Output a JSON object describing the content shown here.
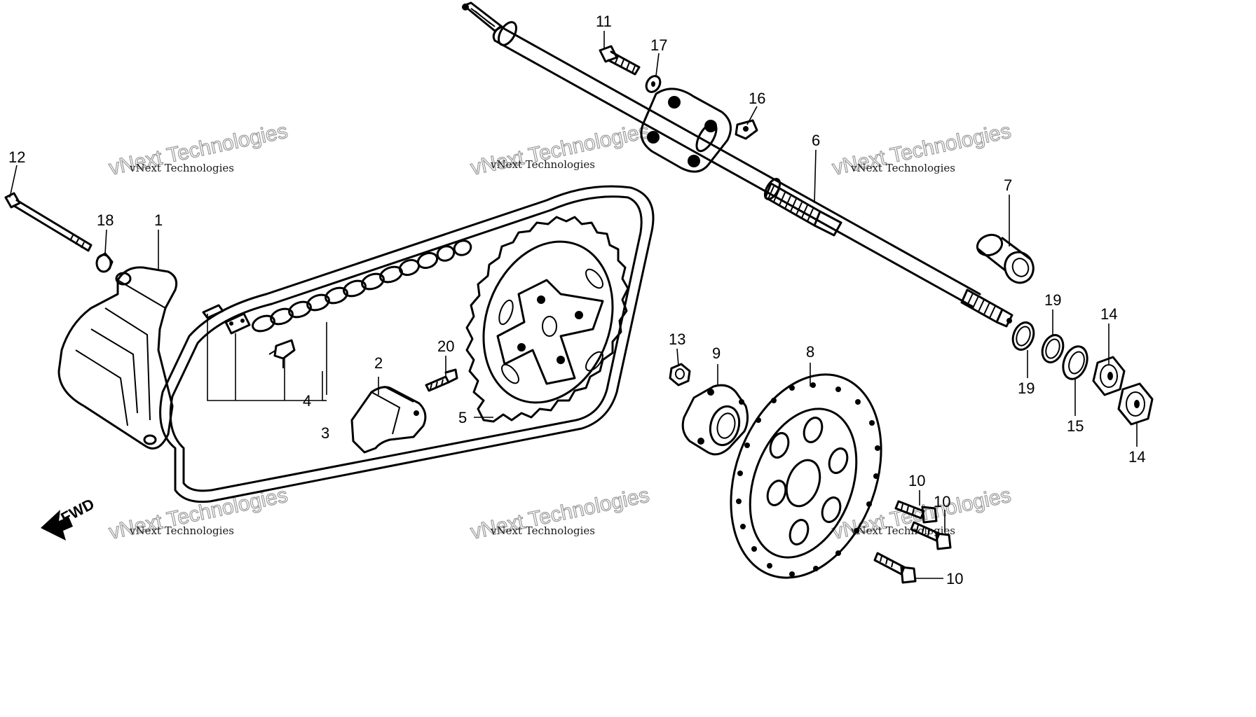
{
  "watermark": {
    "small": "vNext Technologies",
    "big": "vNext Technologies"
  },
  "fwd_label": "FWD",
  "callouts": {
    "c1": "1",
    "c2": "2",
    "c3": "3",
    "c4": "4",
    "c5": "5",
    "c6": "6",
    "c7": "7",
    "c8": "8",
    "c9": "9",
    "c10a": "10",
    "c10b": "10",
    "c10c": "10",
    "c11": "11",
    "c12": "12",
    "c13": "13",
    "c14a": "14",
    "c14b": "14",
    "c15": "15",
    "c16": "16",
    "c17": "17",
    "c18": "18",
    "c19a": "19",
    "c19b": "19",
    "c20": "20"
  }
}
